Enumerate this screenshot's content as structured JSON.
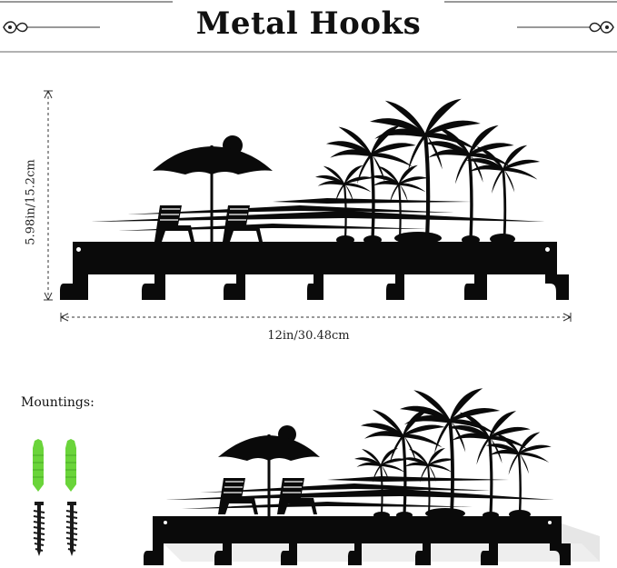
{
  "header": {
    "title": "Metal Hooks"
  },
  "dimensions": {
    "height_label": "5.98in/15.2cm",
    "width_label": "12in/30.48cm"
  },
  "mountings": {
    "label": "Mountings:",
    "anchor_color": "#6ad43a",
    "screw_color": "#1a1a1a"
  },
  "product": {
    "color": "#0a0a0a",
    "hook_count": 7,
    "theme": "palm-beach-umbrella-chairs"
  }
}
